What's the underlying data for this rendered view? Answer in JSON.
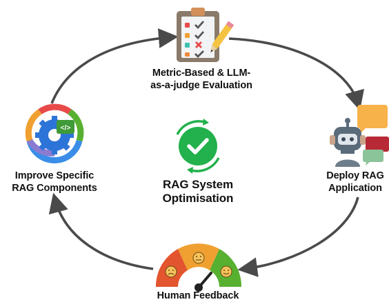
{
  "diagram": {
    "center": {
      "line1": "RAG System",
      "line2": "Optimisation"
    },
    "nodes": {
      "evaluation": {
        "line1": "Metric-Based & LLM-",
        "line2": "as-a-judge Evaluation"
      },
      "deploy": {
        "line1": "Deploy RAG",
        "line2": "Application"
      },
      "feedback": {
        "line1": "Human Feedback"
      },
      "improve": {
        "line1": "Improve Specific",
        "line2": "RAG Components"
      }
    },
    "icon_text": {
      "code_tag": "</>"
    },
    "colors": {
      "arrow": "#4a4a4a",
      "check_green": "#22b14c",
      "clipboard": "#8a7a6a",
      "gauge_red": "#e2552e",
      "gauge_orange": "#f0a030",
      "gauge_green": "#58b030",
      "robot": "#5a6b7a",
      "bubble_orange": "#f7b24a",
      "bubble_red": "#b72a35",
      "bubble_green": "#8cc49a",
      "gear_blue": "#2d74d8"
    }
  }
}
